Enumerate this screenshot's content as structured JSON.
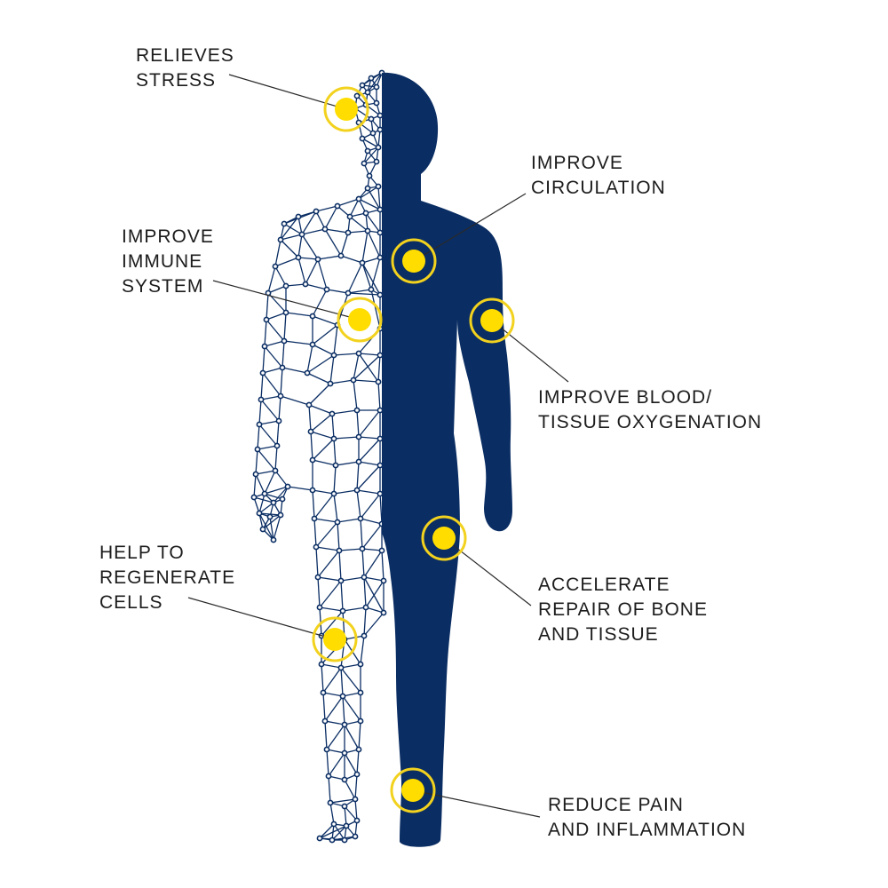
{
  "colors": {
    "body": "#0a2d63",
    "mesh": "#0a2d63",
    "marker_fill": "#ffdd00",
    "marker_ring": "#f2d21e",
    "leader": "#2a2a2a",
    "text": "#1c1c1c"
  },
  "labels": {
    "relieves_stress": [
      "RELIEVES",
      "STRESS"
    ],
    "improve_circulation": [
      "IMPROVE",
      "CIRCULATION"
    ],
    "improve_immune": [
      "IMPROVE",
      "IMMUNE",
      "SYSTEM"
    ],
    "blood_oxygenation": [
      "IMPROVE BLOOD/",
      "TISSUE OXYGENATION"
    ],
    "regenerate_cells": [
      "HELP TO",
      "REGENERATE",
      "CELLS"
    ],
    "repair_bone": [
      "ACCELERATE",
      "REPAIR OF BONE",
      "AND TISSUE"
    ],
    "reduce_pain": [
      "REDUCE PAIN",
      "AND INFLAMMATION"
    ]
  }
}
